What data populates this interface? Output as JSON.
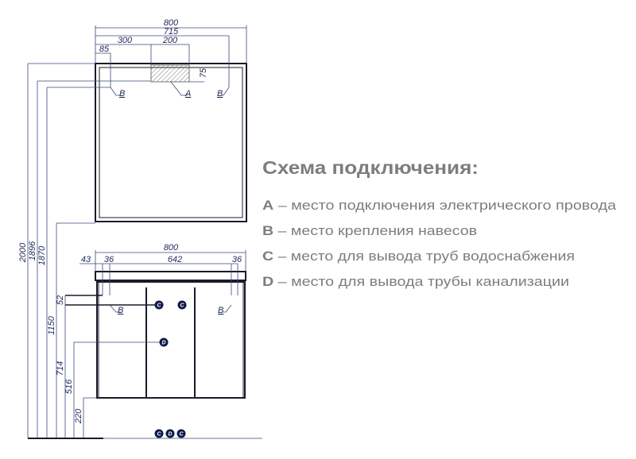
{
  "mirror": {
    "dims_top": {
      "overall": "800",
      "b_span": "715",
      "a_offset": "300",
      "a_width": "200",
      "b_offset": "85",
      "a_height": "75"
    },
    "labels": {
      "b_left": "B",
      "a": "A",
      "b_right": "B"
    }
  },
  "cabinet": {
    "dims_top": {
      "overall": "800",
      "overhang": "43",
      "b_left": "36",
      "b_span": "642",
      "b_right": "36"
    },
    "labels": {
      "b_left": "B",
      "b_right": "B",
      "c1": "C",
      "c2": "C",
      "d": "D"
    },
    "bottom_markers": [
      "C",
      "D",
      "C"
    ]
  },
  "heights": {
    "h2000": "2000",
    "h1896": "1896",
    "h1870": "1870",
    "h1150": "1150",
    "h714": "714",
    "h516": "516",
    "h220": "220",
    "h52": "52"
  },
  "legend": {
    "title": "Схема подключения:",
    "items": [
      {
        "key": "A",
        "text": " – место подключения электрического провода"
      },
      {
        "key": "B",
        "text": " – место крепления навесов"
      },
      {
        "key": "C",
        "text": " – место для вывода труб водоснабжения"
      },
      {
        "key": "D",
        "text": " – место для вывода трубы канализации"
      }
    ]
  }
}
